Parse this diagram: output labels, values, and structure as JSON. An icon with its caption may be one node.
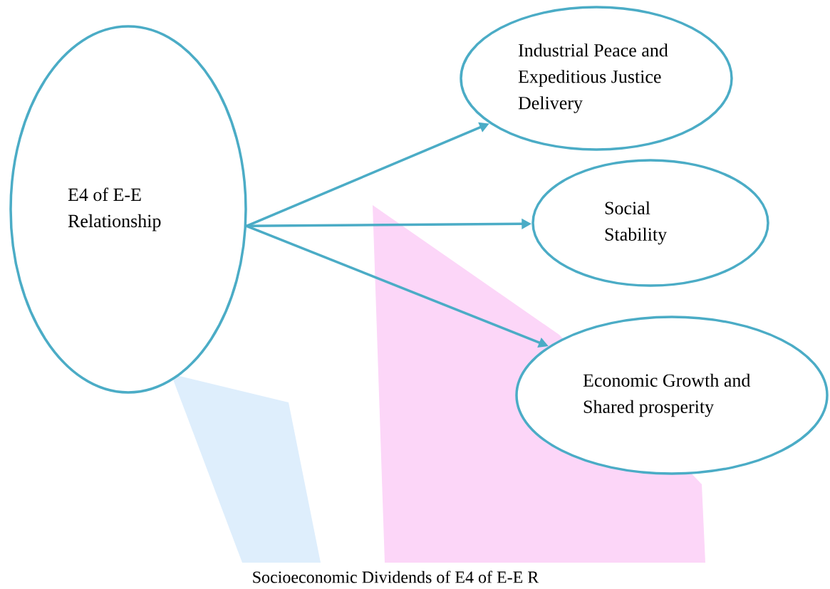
{
  "diagram": {
    "caption": "Socioeconomic Dividends of E4 of E-E R",
    "nodes": [
      {
        "text": [
          "E4 of E-E Relationship"
        ]
      },
      {
        "text": [
          "Industrial Peace and Expeditious Justice Delivery"
        ]
      },
      {
        "text": [
          "Social Stability"
        ]
      },
      {
        "text": [
          "Economic Growth and Shared prosperity"
        ]
      }
    ],
    "edges": [
      {
        "from": 0,
        "to": 1,
        "arrow": "to"
      },
      {
        "from": 0,
        "to": 2,
        "arrow": "to"
      },
      {
        "from": 0,
        "to": 3,
        "arrow": "to"
      }
    ]
  }
}
